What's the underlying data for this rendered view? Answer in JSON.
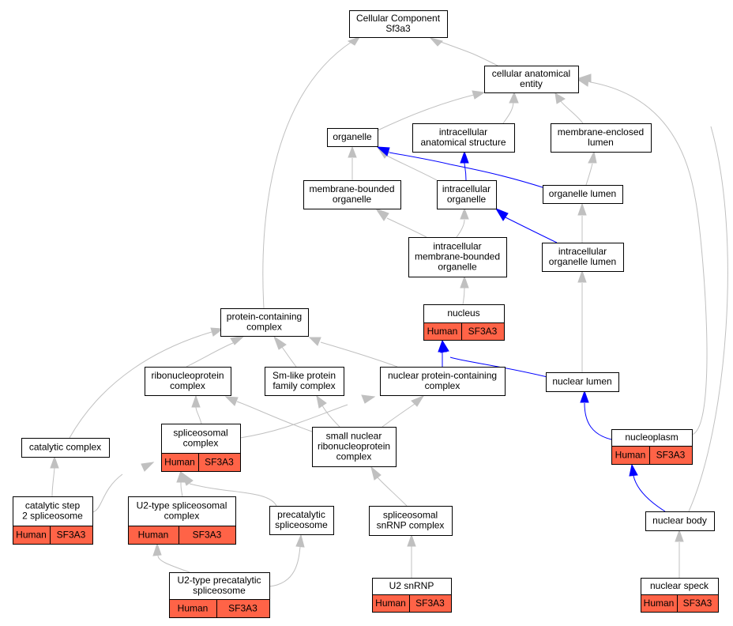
{
  "colors": {
    "is_a_edge": "#c0c0c0",
    "part_of_edge": "#0000ff",
    "annotation_fill": "#ff6347",
    "node_border": "#000000",
    "background": "#ffffff"
  },
  "nodes": {
    "root": {
      "lines": [
        "Cellular Component",
        "Sf3a3"
      ]
    },
    "cae": {
      "lines": [
        "cellular anatomical",
        "entity"
      ]
    },
    "organelle": {
      "lines": [
        "organelle"
      ]
    },
    "ias": {
      "lines": [
        "intracellular",
        "anatomical structure"
      ]
    },
    "mel": {
      "lines": [
        "membrane-enclosed",
        "lumen"
      ]
    },
    "mbo": {
      "lines": [
        "membrane-bounded",
        "organelle"
      ]
    },
    "io": {
      "lines": [
        "intracellular",
        "organelle"
      ]
    },
    "ol": {
      "lines": [
        "organelle lumen"
      ]
    },
    "imbo": {
      "lines": [
        "intracellular",
        "membrane-bounded",
        "organelle"
      ]
    },
    "iol": {
      "lines": [
        "intracellular",
        "organelle lumen"
      ]
    },
    "nucleus": {
      "lines": [
        "nucleus"
      ],
      "annotation": [
        "Human",
        "SF3A3"
      ]
    },
    "pcc": {
      "lines": [
        "protein-containing",
        "complex"
      ]
    },
    "rnp": {
      "lines": [
        "ribonucleoprotein",
        "complex"
      ]
    },
    "sm": {
      "lines": [
        "Sm-like protein",
        "family complex"
      ]
    },
    "npcc": {
      "lines": [
        "nuclear protein-containing",
        "complex"
      ]
    },
    "nl": {
      "lines": [
        "nuclear lumen"
      ]
    },
    "cat": {
      "lines": [
        "catalytic complex"
      ]
    },
    "spc": {
      "lines": [
        "spliceosomal",
        "complex"
      ],
      "annotation": [
        "Human",
        "SF3A3"
      ]
    },
    "snrnp": {
      "lines": [
        "small nuclear",
        "ribonucleoprotein",
        "complex"
      ]
    },
    "np": {
      "lines": [
        "nucleoplasm"
      ],
      "annotation": [
        "Human",
        "SF3A3"
      ]
    },
    "cs2": {
      "lines": [
        "catalytic step",
        "2 spliceosome"
      ],
      "annotation": [
        "Human",
        "SF3A3"
      ]
    },
    "u2sc": {
      "lines": [
        "U2-type spliceosomal",
        "complex"
      ],
      "annotation": [
        "Human",
        "SF3A3"
      ]
    },
    "pcs": {
      "lines": [
        "precatalytic",
        "spliceosome"
      ]
    },
    "ssnrnp": {
      "lines": [
        "spliceosomal",
        "snRNP complex"
      ]
    },
    "nb": {
      "lines": [
        "nuclear body"
      ]
    },
    "u2pcs": {
      "lines": [
        "U2-type precatalytic",
        "spliceosome"
      ],
      "annotation": [
        "Human",
        "SF3A3"
      ]
    },
    "u2snrnp": {
      "lines": [
        "U2 snRNP"
      ],
      "annotation": [
        "Human",
        "SF3A3"
      ]
    },
    "ns": {
      "lines": [
        "nuclear speck"
      ],
      "annotation": [
        "Human",
        "SF3A3"
      ]
    }
  },
  "edges": [
    {
      "from": "cae",
      "to": "root",
      "type": "is_a"
    },
    {
      "from": "pcc",
      "to": "root",
      "type": "is_a"
    },
    {
      "from": "organelle",
      "to": "cae",
      "type": "is_a"
    },
    {
      "from": "ias",
      "to": "cae",
      "type": "is_a"
    },
    {
      "from": "mel",
      "to": "cae",
      "type": "is_a"
    },
    {
      "from": "np",
      "to": "cae",
      "type": "is_a"
    },
    {
      "from": "nb",
      "to": "cae",
      "type": "is_a"
    },
    {
      "from": "mbo",
      "to": "organelle",
      "type": "is_a"
    },
    {
      "from": "io",
      "to": "organelle",
      "type": "is_a"
    },
    {
      "from": "ol",
      "to": "organelle",
      "type": "part_of"
    },
    {
      "from": "io",
      "to": "ias",
      "type": "part_of"
    },
    {
      "from": "ol",
      "to": "mel",
      "type": "is_a"
    },
    {
      "from": "imbo",
      "to": "mbo",
      "type": "is_a"
    },
    {
      "from": "imbo",
      "to": "io",
      "type": "is_a"
    },
    {
      "from": "iol",
      "to": "io",
      "type": "part_of"
    },
    {
      "from": "iol",
      "to": "ol",
      "type": "is_a"
    },
    {
      "from": "nucleus",
      "to": "imbo",
      "type": "is_a"
    },
    {
      "from": "nl",
      "to": "iol",
      "type": "is_a"
    },
    {
      "from": "npcc",
      "to": "nucleus",
      "type": "part_of"
    },
    {
      "from": "nl",
      "to": "nucleus",
      "type": "part_of"
    },
    {
      "from": "rnp",
      "to": "pcc",
      "type": "is_a"
    },
    {
      "from": "sm",
      "to": "pcc",
      "type": "is_a"
    },
    {
      "from": "npcc",
      "to": "pcc",
      "type": "is_a"
    },
    {
      "from": "cat",
      "to": "pcc",
      "type": "is_a"
    },
    {
      "from": "spc",
      "to": "rnp",
      "type": "is_a"
    },
    {
      "from": "snrnp",
      "to": "rnp",
      "type": "is_a"
    },
    {
      "from": "snrnp",
      "to": "sm",
      "type": "is_a"
    },
    {
      "from": "spc",
      "to": "npcc",
      "type": "is_a"
    },
    {
      "from": "snrnp",
      "to": "npcc",
      "type": "is_a"
    },
    {
      "from": "np",
      "to": "nl",
      "type": "part_of"
    },
    {
      "from": "cs2",
      "to": "cat",
      "type": "is_a"
    },
    {
      "from": "cs2",
      "to": "spc",
      "type": "is_a"
    },
    {
      "from": "u2sc",
      "to": "spc",
      "type": "is_a"
    },
    {
      "from": "pcs",
      "to": "spc",
      "type": "is_a"
    },
    {
      "from": "ssnrnp",
      "to": "snrnp",
      "type": "is_a"
    },
    {
      "from": "nb",
      "to": "np",
      "type": "part_of"
    },
    {
      "from": "u2pcs",
      "to": "u2sc",
      "type": "is_a"
    },
    {
      "from": "u2pcs",
      "to": "pcs",
      "type": "is_a"
    },
    {
      "from": "u2snrnp",
      "to": "ssnrnp",
      "type": "is_a"
    },
    {
      "from": "ns",
      "to": "nb",
      "type": "is_a"
    }
  ]
}
